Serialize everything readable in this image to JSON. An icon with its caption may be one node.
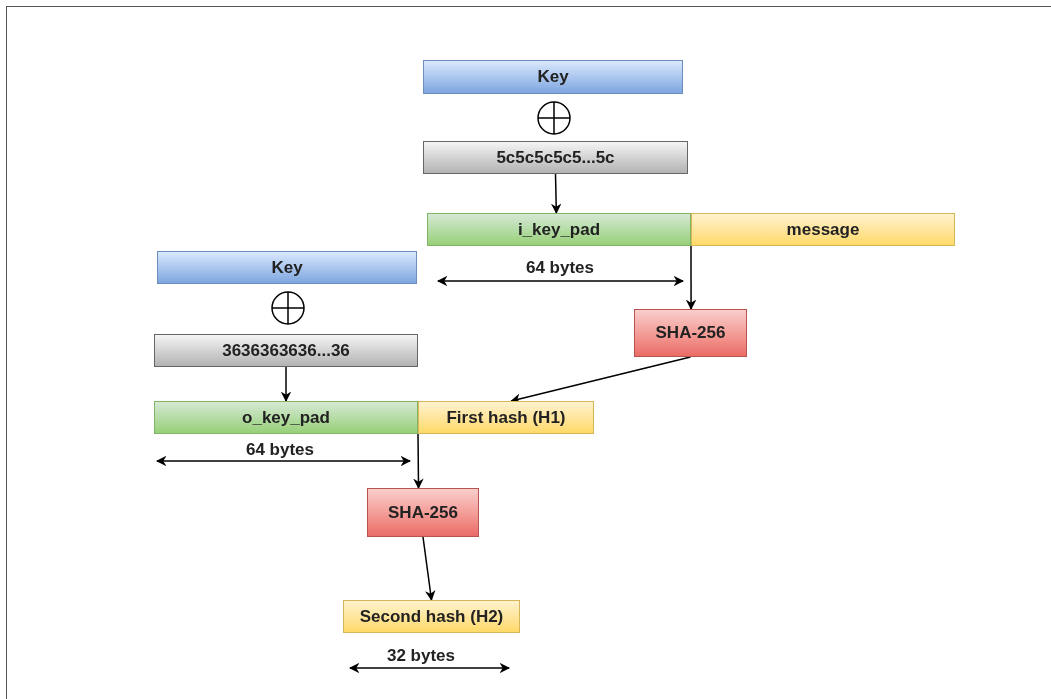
{
  "diagram": {
    "nodes": [
      {
        "text": [
          "Key"
        ]
      },
      {
        "text": [
          "5c5c5c5c5...5c"
        ]
      },
      {
        "text": [
          "i_key_pad"
        ]
      },
      {
        "text": [
          "message"
        ]
      },
      {
        "text": [
          "Key"
        ]
      },
      {
        "text": [
          "3636363636...36"
        ]
      },
      {
        "text": [
          "SHA-256"
        ]
      },
      {
        "text": [
          "o_key_pad"
        ]
      },
      {
        "text": [
          "First hash (H1)"
        ]
      },
      {
        "text": [
          "SHA-256"
        ]
      },
      {
        "text": [
          "Second hash (H2)"
        ]
      }
    ],
    "edges": [
      {
        "from": 1,
        "to": 2,
        "arrow": "to"
      },
      {
        "from": 3,
        "to": 6,
        "arrow": "to"
      },
      {
        "from": 6,
        "to": 8,
        "arrow": "to"
      },
      {
        "from": 5,
        "to": 7,
        "arrow": "to"
      },
      {
        "from": 8,
        "to": 9,
        "arrow": "to"
      },
      {
        "from": 9,
        "to": 10,
        "arrow": "to"
      }
    ],
    "labels": [
      "64 bytes",
      "64 bytes",
      "32 bytes"
    ]
  }
}
